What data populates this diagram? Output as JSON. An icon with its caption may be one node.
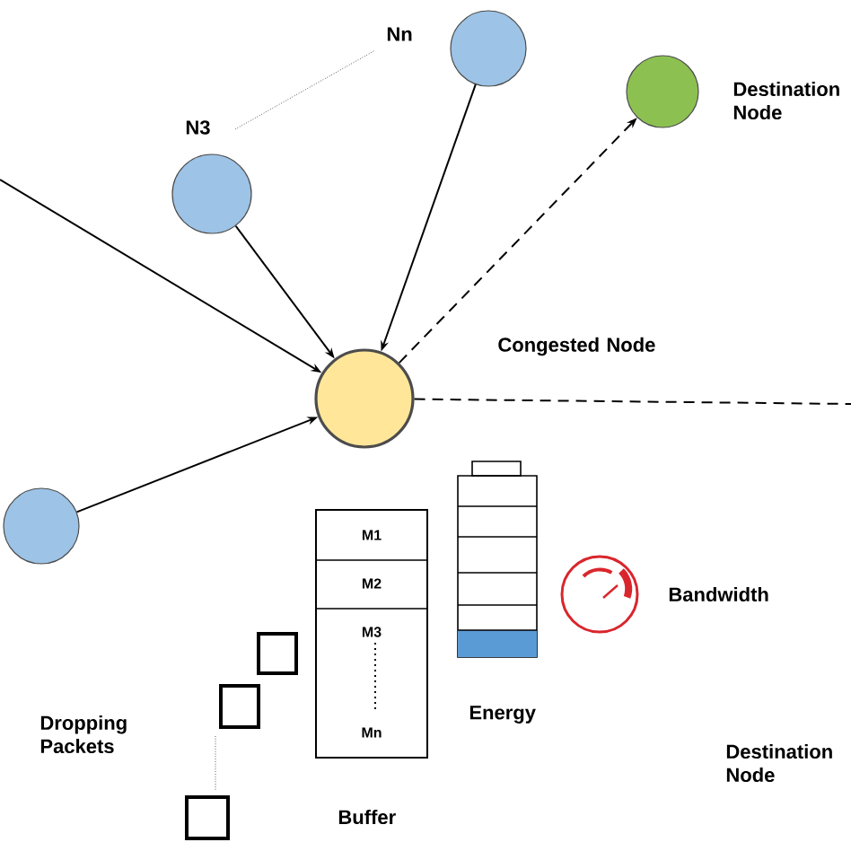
{
  "diagram": {
    "nodes": [
      {
        "text": [],
        "shape": "circle"
      },
      {
        "text": [],
        "shape": "circle"
      },
      {
        "text": [],
        "shape": "circle",
        "beside": [
          "Destination Node"
        ]
      },
      {
        "text": [],
        "shape": "circle"
      },
      {
        "text": [],
        "shape": "circle"
      },
      {
        "text": [
          "M1",
          "M2",
          "M3",
          "Mn"
        ],
        "beside": [
          "Buffer"
        ]
      }
    ],
    "edges": [
      {
        "from": null,
        "to": 3,
        "arrow": "to"
      },
      {
        "from": 1,
        "to": 3,
        "arrow": "to"
      },
      {
        "from": 0,
        "to": 3,
        "arrow": "to"
      },
      {
        "from": 3,
        "to": 2,
        "arrow": "to",
        "style": "dashed"
      },
      {
        "from": 4,
        "to": 3,
        "arrow": "to"
      },
      {
        "from": 3,
        "to": null,
        "arrow": "none",
        "style": "dashed"
      }
    ],
    "labels": [
      "Nn",
      "N3",
      "Congested Node",
      "Energy",
      "Bandwidth",
      "Dropping Packets",
      "Destination Node"
    ]
  }
}
